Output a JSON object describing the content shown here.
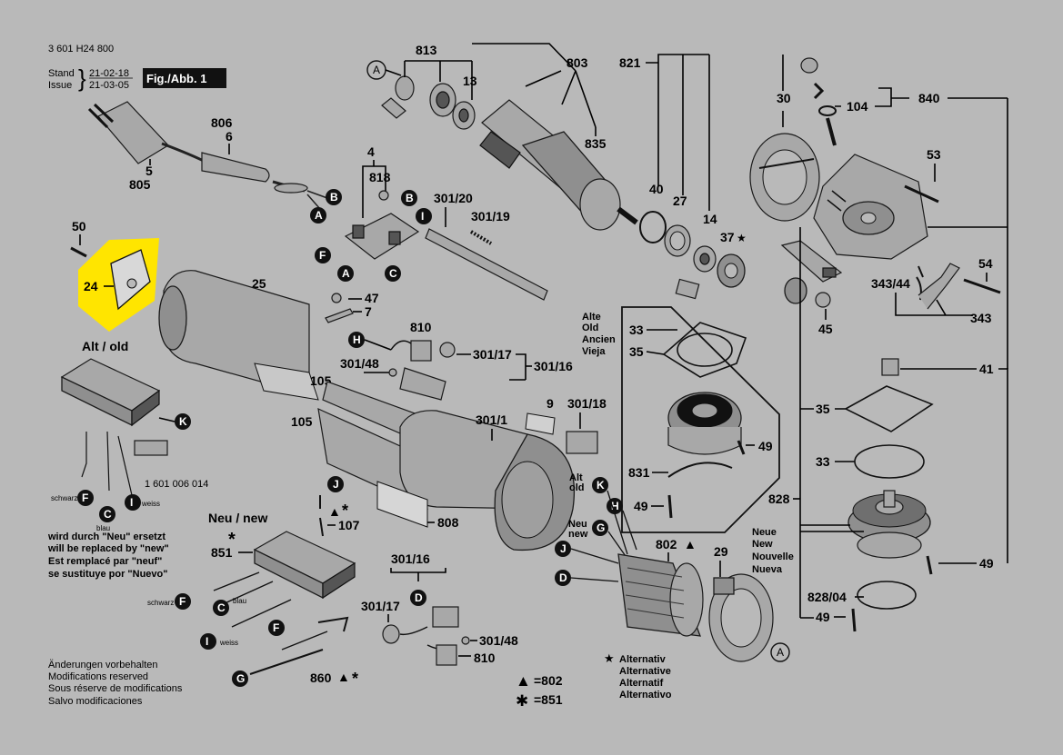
{
  "header": {
    "part_number": "3 601 H24 800",
    "stand_label": "Stand",
    "issue_label": "Issue",
    "stand_date": "21-02-18",
    "issue_date": "21-03-05",
    "figure_label": "Fig./Abb. 1"
  },
  "section_labels": {
    "alt_old": "Alt / old",
    "neu_new": "Neu / new",
    "alt_old_small_1": "Alt",
    "alt_old_small_2": "old",
    "neu_new_small_1": "Neu",
    "neu_new_small_2": "new",
    "alte_1": "Alte",
    "alte_2": "Old",
    "alte_3": "Ancien",
    "alte_4": "Vieja",
    "neue_1": "Neue",
    "neue_2": "New",
    "neue_3": "Nouvelle",
    "neue_4": "Nueva"
  },
  "replacement_note": [
    "wird durch \"Neu\" ersetzt",
    "will be replaced by \"new\"",
    "Est remplacé par \"neuf\"",
    "se sustituye por \"Nuevo\""
  ],
  "footer_note": [
    "Änderungen vorbehalten",
    "Modifications reserved",
    "Sous réserve de modifications",
    "Salvo modificaciones"
  ],
  "alternativ_note": [
    "Alternativ",
    "Alternative",
    "Alternatif",
    "Alternativo"
  ],
  "symbol_legend": [
    {
      "symbol": "▲",
      "value": "=802"
    },
    {
      "symbol": "✱",
      "value": "=851"
    }
  ],
  "wire_colors": {
    "schwarz": "schwarz",
    "blau": "blau",
    "weiss": "weiss"
  },
  "part_ref_1601": "1 601 006 014",
  "part_numbers": {
    "p813": "813",
    "p13": "13",
    "p803": "803",
    "p821": "821",
    "p30": "30",
    "p104": "104",
    "p840": "840",
    "p806": "806",
    "p6": "6",
    "p5": "5",
    "p805": "805",
    "p4": "4",
    "p818": "818",
    "p301_20": "301/20",
    "p301_19": "301/19",
    "p835": "835",
    "p40": "40",
    "p27": "27",
    "p14": "14",
    "p37": "37",
    "p53": "53",
    "p50": "50",
    "p24": "24",
    "p25": "25",
    "p47": "47",
    "p7": "7",
    "p810": "810",
    "p301_17": "301/17",
    "p301_48": "301/48",
    "p301_16": "301/16",
    "p105a": "105",
    "p105b": "105",
    "p9": "9",
    "p301_1": "301/1",
    "p301_18": "301/18",
    "p33a": "33",
    "p35a": "35",
    "p49a": "49",
    "p831": "831",
    "p49b": "49",
    "p343_44": "343/44",
    "p54": "54",
    "p343": "343",
    "p45": "45",
    "p41": "41",
    "p35b": "35",
    "p33b": "33",
    "p828": "828",
    "p49c": "49",
    "p828_04": "828/04",
    "p49d": "49",
    "p107": "107",
    "p851": "851",
    "p808": "808",
    "p802": "802",
    "p29": "29",
    "p860": "860",
    "p301_16b": "301/16",
    "p301_17b": "301/17",
    "p301_48b": "301/48",
    "p810b": "810"
  },
  "letter_callouts": [
    "A",
    "B",
    "C",
    "D",
    "F",
    "G",
    "H",
    "I",
    "J",
    "K"
  ],
  "colors": {
    "background": "#b9b9b9",
    "highlight": "#ffe500",
    "ink": "#111111"
  }
}
